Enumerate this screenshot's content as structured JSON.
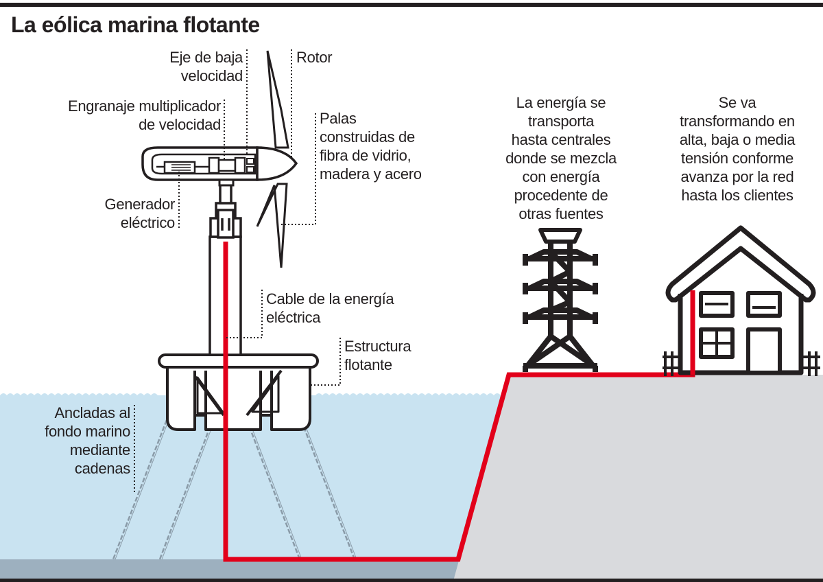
{
  "title": "La eólica marina flotante",
  "colors": {
    "sea": "#c9e3f1",
    "seabed": "#9db0bf",
    "land": "#d9dadd",
    "cable": "#e2001a",
    "ink": "#231f20",
    "chain": "#8a9ba8"
  },
  "labels": {
    "eje": [
      "Eje de baja",
      "velocidad"
    ],
    "rotor": [
      "Rotor"
    ],
    "engranaje": [
      "Engranaje multiplicador",
      "de velocidad"
    ],
    "palas": [
      "Palas",
      "construidas de",
      "fibra de vidrio,",
      "madera y acero"
    ],
    "generador": [
      "Generador",
      "eléctrico"
    ],
    "cable": [
      "Cable de la energía",
      "eléctrica"
    ],
    "estructura": [
      "Estructura",
      "flotante"
    ],
    "ancladas": [
      "Ancladas al",
      "fondo marino",
      "mediante",
      "cadenas"
    ],
    "transporte": [
      "La energía se",
      "transporta",
      "hasta centrales",
      "donde se mezcla",
      "con energía",
      "procedente de",
      "otras fuentes"
    ],
    "transformacion": [
      "Se va",
      "transformando en",
      "alta, baja o media",
      "tensión conforme",
      "avanza por la red",
      "hasta los clientes"
    ]
  },
  "icons": {
    "turbine": "wind-turbine-icon",
    "tower": "electricity-pylon-icon",
    "house": "house-icon",
    "chain": "anchor-chain-icon"
  }
}
